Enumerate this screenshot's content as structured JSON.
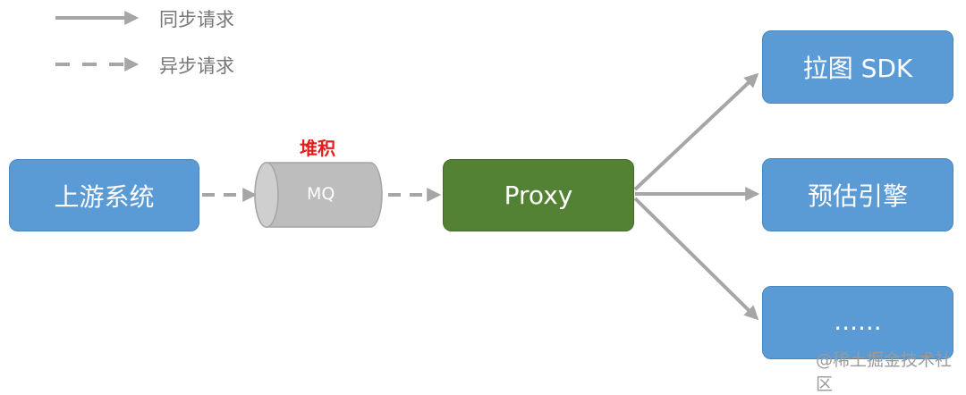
{
  "legend": {
    "sync_label": "同步请求",
    "async_label": "异步请求"
  },
  "nodes": {
    "upstream": "上游系统",
    "mq": "MQ",
    "mq_annotation": "堆积",
    "proxy": "Proxy",
    "sdk": "拉图 SDK",
    "engine": "预估引擎",
    "more": "......"
  },
  "watermark": "@稀土掘金技术社区",
  "colors": {
    "node_blue": "#5b9bd5",
    "node_green": "#548235",
    "mq_gray": "#bdbdbd",
    "arrow_gray": "#a6a6a6",
    "annotation_red": "#e21b1b"
  }
}
